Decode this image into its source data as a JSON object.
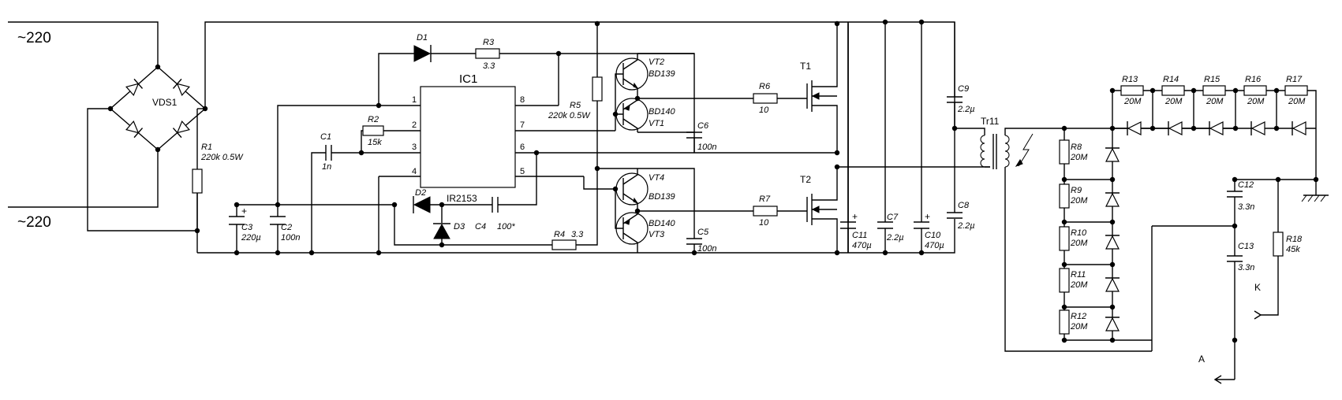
{
  "mains": {
    "top": "~220",
    "bottom": "~220"
  },
  "ic": {
    "ref": "IC1",
    "part": "IR2153",
    "pins": [
      "1",
      "2",
      "3",
      "4",
      "5",
      "6",
      "7",
      "8"
    ]
  },
  "bridge": {
    "ref": "VDS1"
  },
  "resistors": {
    "R1": {
      "ref": "R1",
      "value": "220k 0.5W"
    },
    "R2": {
      "ref": "R2",
      "value": "15k"
    },
    "R3": {
      "ref": "R3",
      "value": "3.3"
    },
    "R4": {
      "ref": "R4",
      "value": "3.3"
    },
    "R5": {
      "ref": "R5",
      "value": "220k 0.5W"
    },
    "R6": {
      "ref": "R6",
      "value": "10"
    },
    "R7": {
      "ref": "R7",
      "value": "10"
    },
    "R8": {
      "ref": "R8",
      "value": "20M"
    },
    "R9": {
      "ref": "R9",
      "value": "20M"
    },
    "R10": {
      "ref": "R10",
      "value": "20M"
    },
    "R11": {
      "ref": "R11",
      "value": "20M"
    },
    "R12": {
      "ref": "R12",
      "value": "20M"
    },
    "R13": {
      "ref": "R13",
      "value": "20M"
    },
    "R14": {
      "ref": "R14",
      "value": "20M"
    },
    "R15": {
      "ref": "R15",
      "value": "20M"
    },
    "R16": {
      "ref": "R16",
      "value": "20M"
    },
    "R17": {
      "ref": "R17",
      "value": "20M"
    },
    "R18": {
      "ref": "R18",
      "value": "45k"
    }
  },
  "capacitors": {
    "C1": {
      "ref": "C1",
      "value": "1n"
    },
    "C2": {
      "ref": "C2",
      "value": "100n"
    },
    "C3": {
      "ref": "C3",
      "value": "220µ"
    },
    "C4": {
      "ref": "C4",
      "value": "100*"
    },
    "C5": {
      "ref": "C5",
      "value": "100n"
    },
    "C6": {
      "ref": "C6",
      "value": "100n"
    },
    "C7": {
      "ref": "C7",
      "value": "2.2µ"
    },
    "C8": {
      "ref": "C8",
      "value": "2.2µ"
    },
    "C9": {
      "ref": "C9",
      "value": "2.2µ"
    },
    "C10": {
      "ref": "C10",
      "value": "470µ"
    },
    "C11": {
      "ref": "C11",
      "value": "470µ"
    },
    "C12": {
      "ref": "C12",
      "value": "3.3n"
    },
    "C13": {
      "ref": "C13",
      "value": "3.3n"
    }
  },
  "diodes": {
    "D1": "D1",
    "D2": "D2",
    "D3": "D3"
  },
  "transistors": {
    "VT1": {
      "ref": "VT1",
      "part": "BD140"
    },
    "VT2": {
      "ref": "VT2",
      "part": "BD139"
    },
    "VT3": {
      "ref": "VT3",
      "part": "BD140"
    },
    "VT4": {
      "ref": "VT4",
      "part": "BD139"
    },
    "T1": {
      "ref": "T1"
    },
    "T2": {
      "ref": "T2"
    }
  },
  "transformer": {
    "ref": "Tr11"
  },
  "outputs": {
    "A": "A",
    "K": "K"
  },
  "polarity": {
    "plus": "+"
  }
}
